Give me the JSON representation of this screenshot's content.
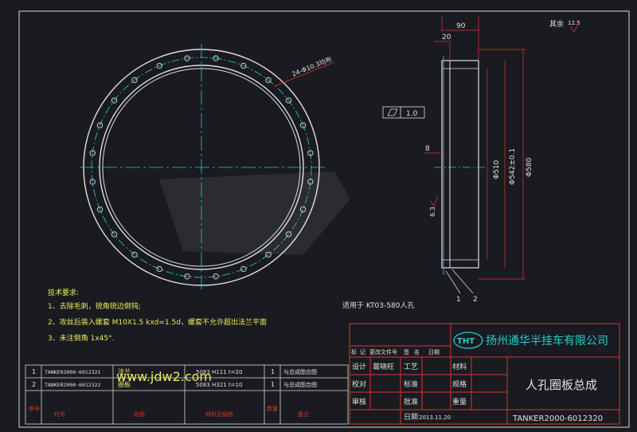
{
  "drawing": {
    "roughness_note": "其余",
    "roughness_value": "12.5",
    "hole_callout": "24-Φ10.3均布",
    "flatness_tol": "1.0",
    "dim_90": "90",
    "dim_20": "20",
    "dim_8": "8",
    "dim_63": "6.3",
    "dim_d510": "Φ510",
    "dim_d542": "Φ542±0.1",
    "dim_d580": "Φ580",
    "balloon_1": "1",
    "balloon_2": "2",
    "applies_to": "适用于 KT03-580人孔"
  },
  "notes": {
    "title": "技术要求:",
    "items": [
      "1、去除毛刺，锐角锐边倒钝;",
      "2、攻丝后装入螺套 M10X1.5 kxd=1.5d，螺套不允许超出法兰平面",
      "3、未注倒角 1x45°."
    ]
  },
  "watermark": "www.jdw2.com",
  "bom": {
    "rows": [
      {
        "no": "1",
        "code": "TANKER2000-6012321",
        "name": "法兰",
        "material": "5083 H111 t=20",
        "qty": "1",
        "note": "与总成图合图"
      },
      {
        "no": "2",
        "code": "TANKER2000-6012322",
        "name": "圈板",
        "material": "5083 H321 t=10",
        "qty": "1",
        "note": "与总成图合图"
      }
    ],
    "headers": [
      "序号",
      "代号",
      "名称",
      "材料及规格",
      "数量",
      "备注"
    ]
  },
  "title_block": {
    "company": "扬州通华半挂车有限公司",
    "logo_text": "THT",
    "rev_headers": [
      "标",
      "记",
      "更改文件号",
      "签",
      "名",
      "日期"
    ],
    "design_label": "设计",
    "designer": "葛晓旺",
    "check_label": "校对",
    "review_label": "审核",
    "process_label": "工艺",
    "standard_label": "标准",
    "approve_label": "批准",
    "date_label": "日期",
    "date": "2013.11.20",
    "material_label": "材料",
    "spec_label": "规格",
    "weight_label": "重量",
    "drawing_title": "人孔圈板总成",
    "drawing_number": "TANKER2000-6012320"
  }
}
